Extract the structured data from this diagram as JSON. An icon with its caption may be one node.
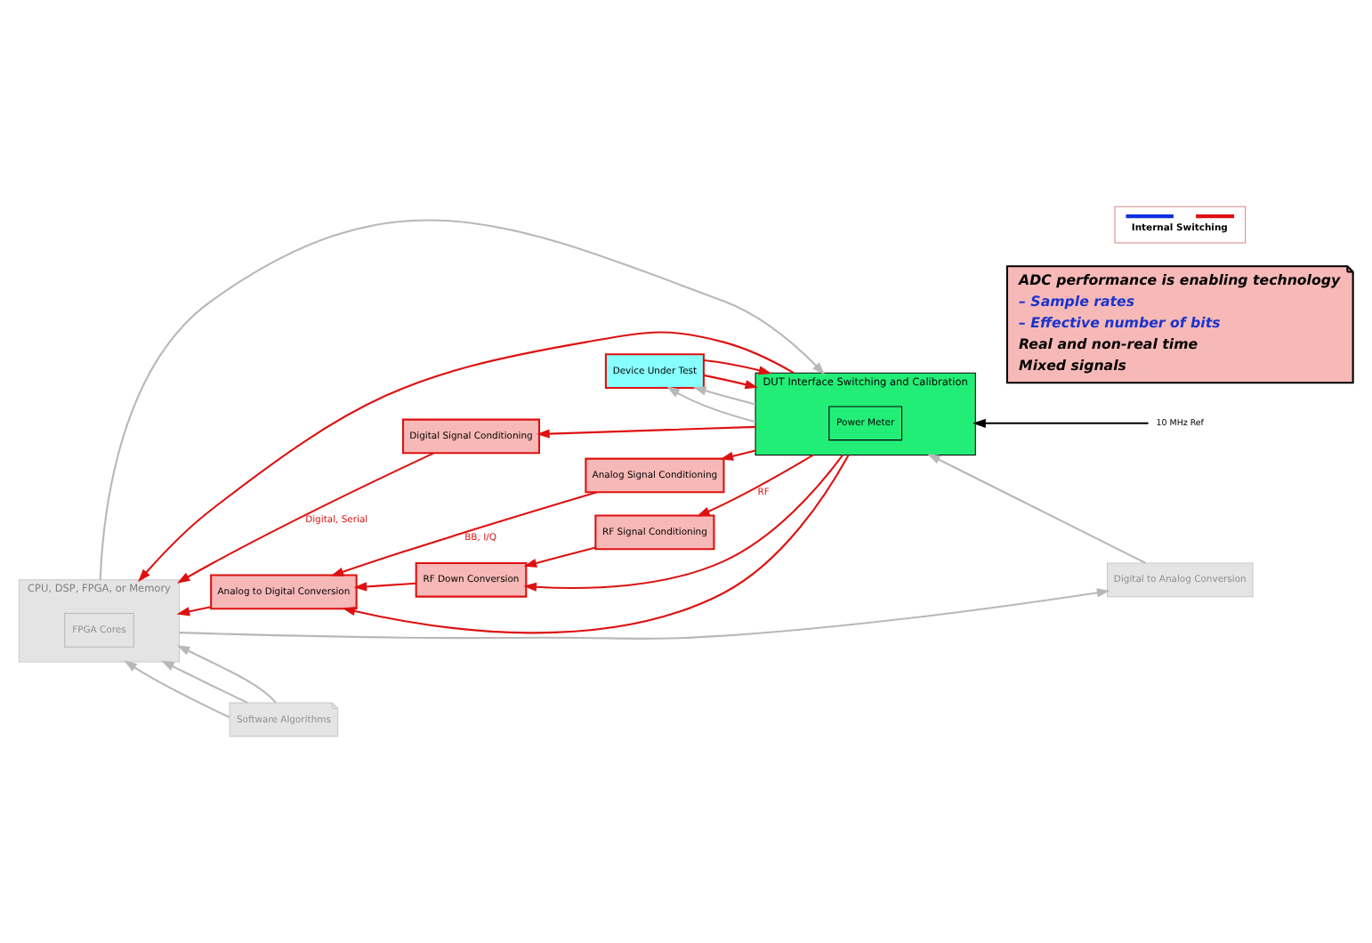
{
  "diagram": {
    "nodes": [
      {
        "text": [
          "Digital to Analog Conversion"
        ]
      },
      {
        "text": [
          "Software Algorithms"
        ]
      },
      {
        "text": [
          "CPU, DSP, FPGA, or Memory"
        ]
      },
      {
        "text": [
          "FPGA Cores"
        ],
        "in": 2
      },
      {
        "text": [
          "ADC performance is enabling technology",
          "– Sample rates",
          "– Effective number of bits",
          "Real and non-real time",
          "Mixed signals"
        ]
      },
      {
        "text": [
          "DUT Interface Switching and Calibration"
        ]
      },
      {
        "text": [
          "Power Meter"
        ],
        "in": 5
      },
      {
        "text": [
          "Device Under Test"
        ]
      },
      {
        "text": [
          "Digital Signal Conditioning"
        ]
      },
      {
        "text": [
          "Analog Signal Conditioning"
        ]
      },
      {
        "text": [
          "RF Signal Conditioning"
        ]
      },
      {
        "text": [
          "RF Down Conversion"
        ]
      },
      {
        "text": [
          "Analog to Digital Conversion"
        ]
      },
      {
        "text": [
          "10 MHz Ref"
        ]
      }
    ],
    "edges": [
      {
        "from": 1,
        "to": 2,
        "arrow": "to",
        "color": "#b8b8b8"
      },
      {
        "from": 1,
        "to": 2,
        "arrow": "to",
        "color": "#b8b8b8"
      },
      {
        "from": 1,
        "to": 2,
        "arrow": "to",
        "color": "#b8b8b8"
      },
      {
        "from": 2,
        "to": 0,
        "arrow": "to",
        "color": "#b8b8b8"
      },
      {
        "from": 0,
        "to": 5,
        "arrow": "to",
        "color": "#b8b8b8"
      },
      {
        "from": 2,
        "to": 5,
        "arrow": "to",
        "color": "#b8b8b8"
      },
      {
        "from": 5,
        "to": 7,
        "arrow": "to",
        "color": "#b8b8b8"
      },
      {
        "from": 5,
        "to": 7,
        "arrow": "to",
        "color": "#b8b8b8"
      },
      {
        "from": 7,
        "to": 5,
        "arrow": "to"
      },
      {
        "from": 7,
        "to": 5,
        "arrow": "to"
      },
      {
        "from": 5,
        "to": 2,
        "arrow": "to"
      },
      {
        "from": 5,
        "to": 8,
        "arrow": "to"
      },
      {
        "from": 8,
        "to": 2,
        "label": "Digital, Serial",
        "arrow": "to"
      },
      {
        "from": 5,
        "to": 12,
        "arrow": "to"
      },
      {
        "from": 5,
        "to": 9,
        "arrow": "to"
      },
      {
        "from": 9,
        "to": 12,
        "label": "BB, I/Q",
        "arrow": "to"
      },
      {
        "from": 5,
        "to": 11,
        "arrow": "to"
      },
      {
        "from": 5,
        "to": 10,
        "label": "RF",
        "arrow": "to"
      },
      {
        "from": 10,
        "to": 11,
        "arrow": "to"
      },
      {
        "from": 11,
        "to": 12,
        "arrow": "to"
      },
      {
        "from": 12,
        "to": 2,
        "arrow": "to"
      },
      {
        "from": 13,
        "to": 5,
        "arrow": "to",
        "color": "#000000"
      }
    ],
    "legend": [
      {
        "text": "Internal Switching"
      }
    ]
  }
}
